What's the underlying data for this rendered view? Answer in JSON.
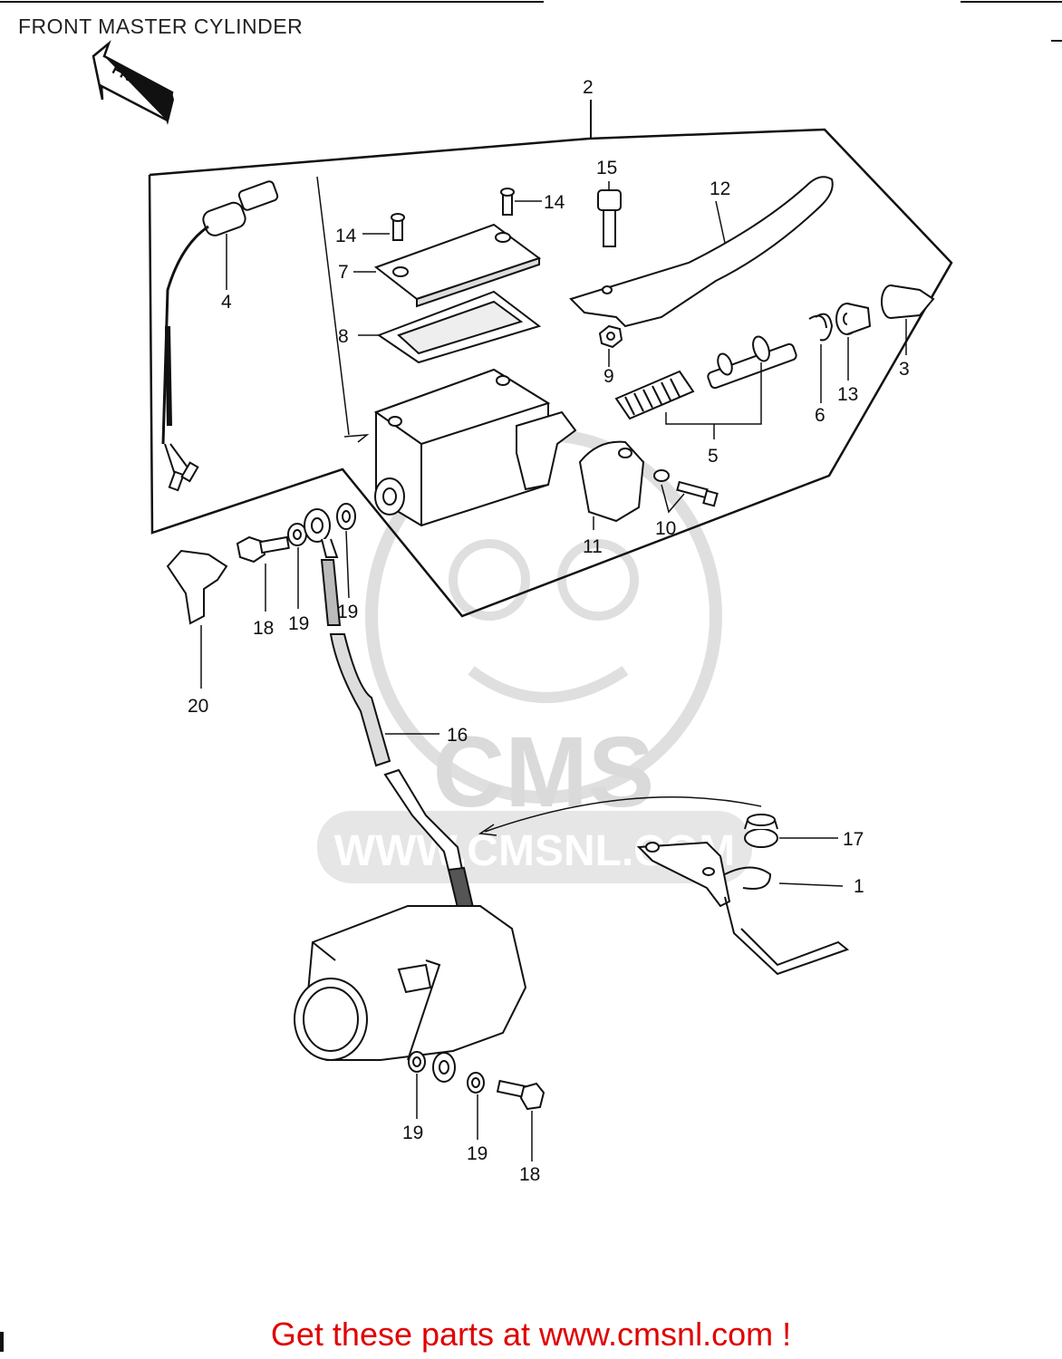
{
  "page_title": "FRONT MASTER CYLINDER",
  "front_arrow_label": "FRONT",
  "watermark": {
    "brand": "CMS",
    "url": "WWW.CMSNL.COM"
  },
  "footer_link": "Get these parts at www.cmsnl.com !",
  "callouts": {
    "c1": "1",
    "c2": "2",
    "c3": "3",
    "c4": "4",
    "c5": "5",
    "c6": "6",
    "c7": "7",
    "c8": "8",
    "c9": "9",
    "c10": "10",
    "c11": "11",
    "c12": "12",
    "c13": "13",
    "c14a": "14",
    "c14b": "14",
    "c15": "15",
    "c16": "16",
    "c17": "17",
    "c18a": "18",
    "c18b": "18",
    "c19a": "19",
    "c19b": "19",
    "c19c": "19",
    "c19d": "19",
    "c20": "20"
  },
  "colors": {
    "line": "#111111",
    "watermark": "#d6d6d6",
    "footer": "#e00000"
  }
}
